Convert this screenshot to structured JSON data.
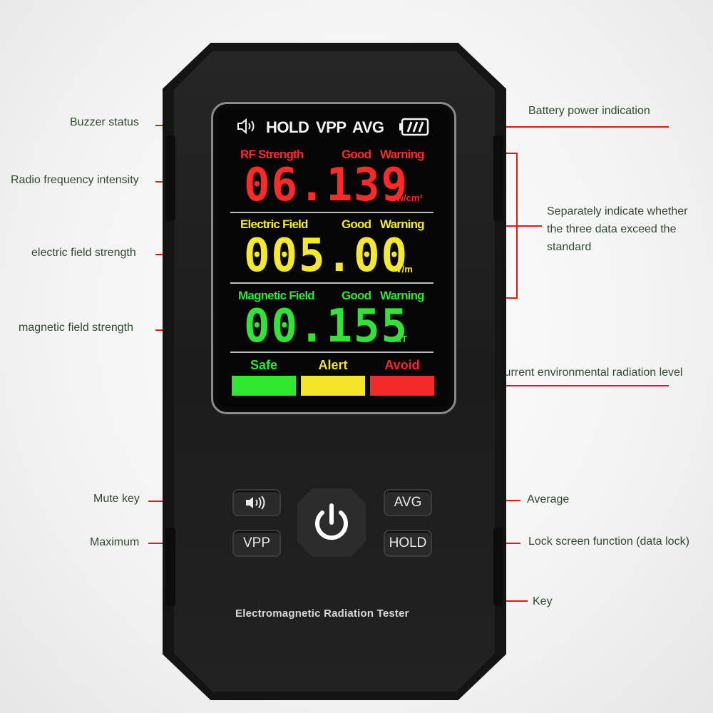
{
  "callouts": {
    "buzzer_status": "Buzzer status",
    "radio_frequency_intensity": "Radio frequency intensity",
    "electric_field_strength": "electric field strength",
    "magnetic_field_strength": "magnetic field strength",
    "battery_power_indication": "Battery power indication",
    "separately_indicate": "Separately indicate whether the three data exceed the standard",
    "current_environmental_radiation_level": "Current environmental radiation level",
    "mute_key": "Mute key",
    "maximum": "Maximum",
    "average": "Average",
    "lock_screen_function": "Lock screen function (data lock)",
    "key": "Key"
  },
  "screen": {
    "status_bar": {
      "hold": "HOLD",
      "vpp": "VPP",
      "avg": "AVG"
    },
    "rf": {
      "label": "RF Strength",
      "good": "Good",
      "warning": "Warning",
      "value": "06.139",
      "unit": "uw/cm²"
    },
    "electric": {
      "label": "Electric Field",
      "good": "Good",
      "warning": "Warning",
      "value": "005.00",
      "unit": "V/m"
    },
    "magnetic": {
      "label": "Magnetic  Field",
      "good": "Good",
      "warning": "Warning",
      "value": "00.155",
      "unit": "uT"
    },
    "levels": [
      {
        "label": "Safe",
        "color": "#2ee82e"
      },
      {
        "label": "Alert",
        "color": "#f2e52a"
      },
      {
        "label": "Avoid",
        "color": "#f22a2a"
      }
    ]
  },
  "colors": {
    "rf": "#ff2a2a",
    "electric": "#f5e830",
    "magnetic": "#35e03a",
    "callout_line": "#e01818"
  },
  "keys": {
    "mute": "",
    "vpp": "VPP",
    "avg": "AVG",
    "hold": "HOLD"
  },
  "icons": {
    "speaker": "speaker-icon",
    "battery": "battery-icon",
    "power": "power-icon"
  },
  "device_title": "Electromagnetic Radiation Tester"
}
